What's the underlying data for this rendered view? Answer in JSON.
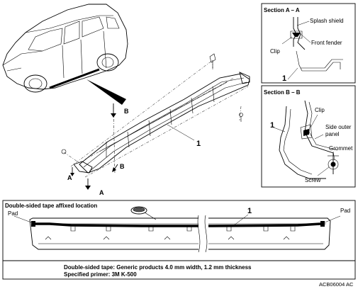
{
  "section_a": {
    "title": "Section A – A",
    "splash_shield": "Splash shield",
    "front_fender": "Front fender",
    "clip": "Clip",
    "part_no": "1"
  },
  "section_b": {
    "title": "Section B – B",
    "clip": "Clip",
    "side_outer_line1": "Side outer",
    "side_outer_line2": "panel",
    "grommet": "Grommet",
    "screw": "Screw",
    "part_no": "1"
  },
  "main_view": {
    "part_no": "1",
    "marker_a": "A",
    "marker_b": "B"
  },
  "tape_section": {
    "title": "Double-sided tape affixed location",
    "pad_left": "Pad",
    "pad_right": "Pad",
    "part_no": "1"
  },
  "notes": {
    "line1": "Double-sided tape: Generic products 4.0 mm width,  1.2 mm thickness",
    "line2": "Specified primer: 3M K-500"
  },
  "figure_code": "ACB06004 AC"
}
